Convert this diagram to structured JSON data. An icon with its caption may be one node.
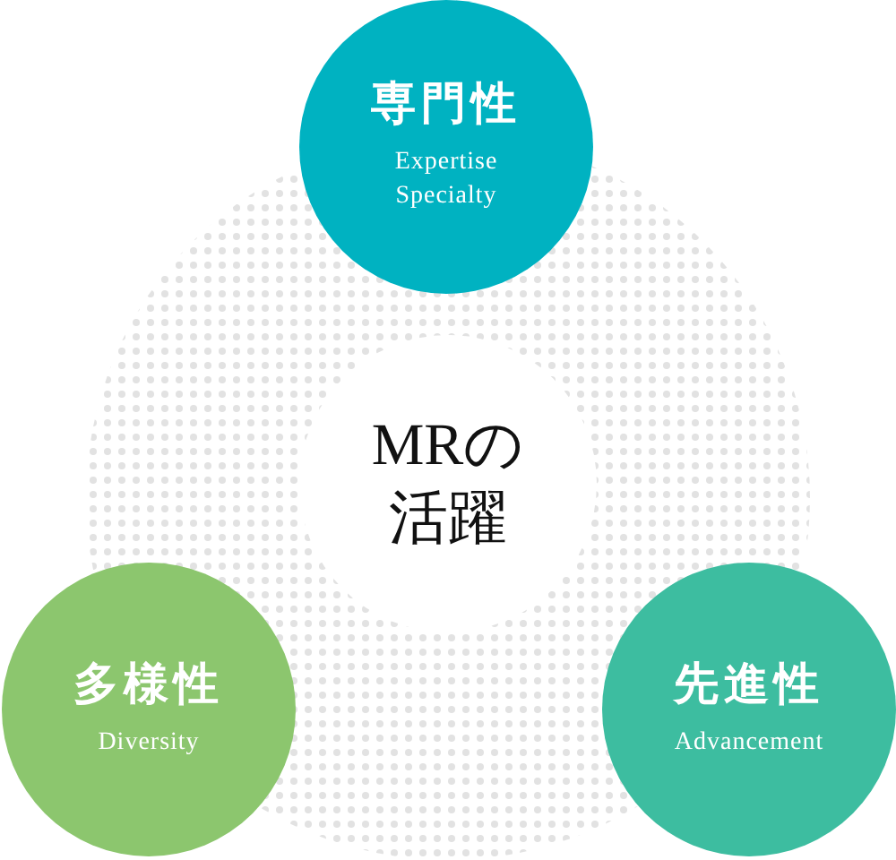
{
  "diagram": {
    "nodes": [
      {
        "text": [
          "専門性",
          "Expertise Specialty"
        ]
      },
      {
        "text": [
          "MRの活躍"
        ]
      },
      {
        "text": [
          "多様性",
          "Diversity"
        ]
      },
      {
        "text": [
          "先進性",
          "Advancement"
        ]
      }
    ]
  }
}
